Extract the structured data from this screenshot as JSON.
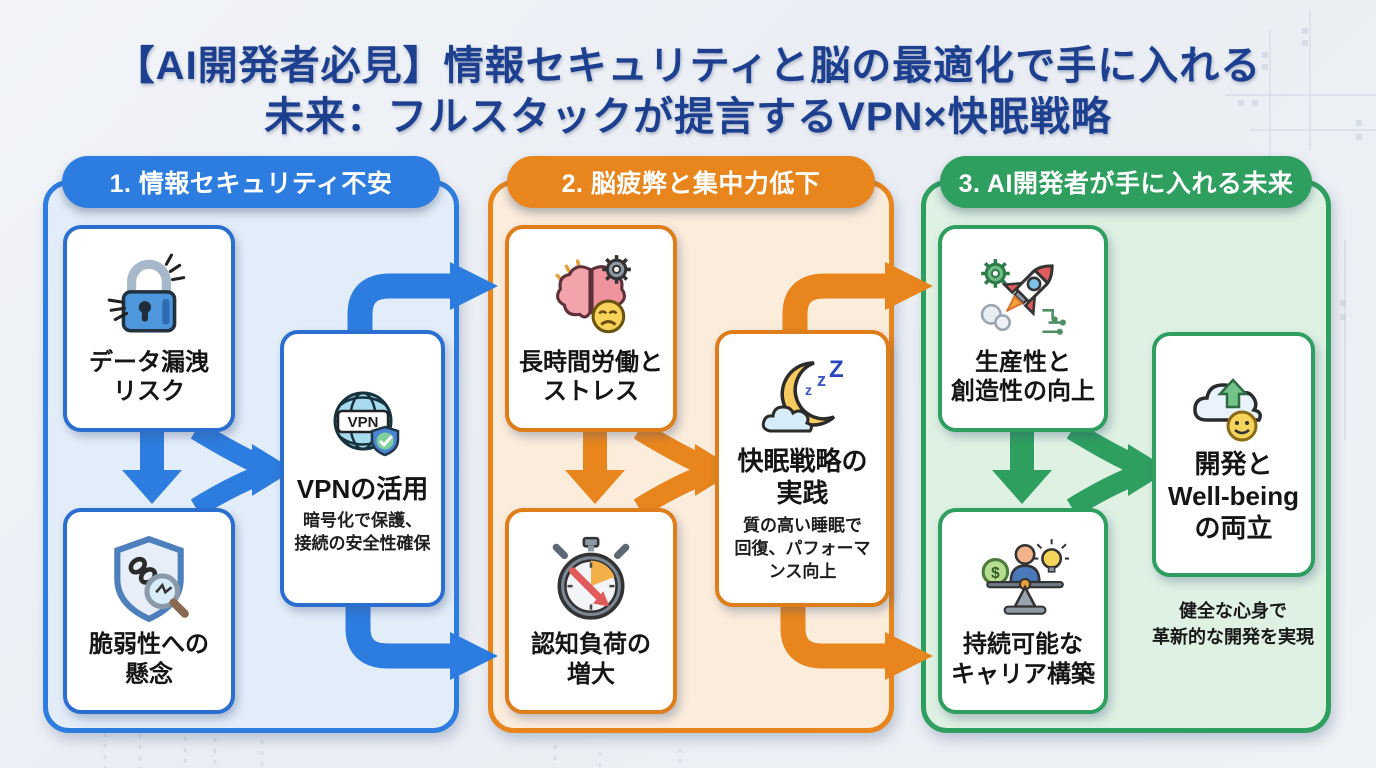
{
  "title": {
    "line1": "【AI開発者必見】情報セキュリティと脳の最適化で手に入れる",
    "line2": "未来：フルスタックが提言するVPN×快眠戦略"
  },
  "colors": {
    "blue": "#2d7ce0",
    "orange": "#e9851d",
    "green": "#2f9f5f"
  },
  "icons": {
    "vpn_text": "VPN",
    "dollar": "$",
    "zzz": [
      "z",
      "z",
      "Z"
    ]
  },
  "columns": [
    {
      "header": "1. 情報セキュリティ不安",
      "cards": [
        {
          "icon": "padlock-leak-icon",
          "label": "データ漏洩\nリスク"
        },
        {
          "icon": "shield-vulnerability-icon",
          "label": "脆弱性への\n懸念"
        },
        {
          "icon": "vpn-globe-icon",
          "label": "VPNの活用",
          "sub": "暗号化で保護、\n接続の安全性確保"
        }
      ]
    },
    {
      "header": "2. 脳疲弊と集中力低下",
      "cards": [
        {
          "icon": "brain-stress-icon",
          "label": "長時間労働と\nストレス"
        },
        {
          "icon": "stopwatch-decline-icon",
          "label": "認知負荷の\n増大"
        },
        {
          "icon": "moon-sleep-icon",
          "label": "快眠戦略の\n実践",
          "sub": "質の高い睡眠で\n回復、パフォーマ\nンス向上"
        }
      ]
    },
    {
      "header": "3. AI開発者が手に入れる未来",
      "cards": [
        {
          "icon": "rocket-growth-icon",
          "label": "生産性と\n創造性の向上"
        },
        {
          "icon": "balance-career-icon",
          "label": "持続可能な\nキャリア構築"
        },
        {
          "icon": "cloud-wellbeing-icon",
          "label": "開発と\nWell-being\nの両立"
        }
      ],
      "note": "健全な心身で\n革新的な開発を実現"
    }
  ]
}
